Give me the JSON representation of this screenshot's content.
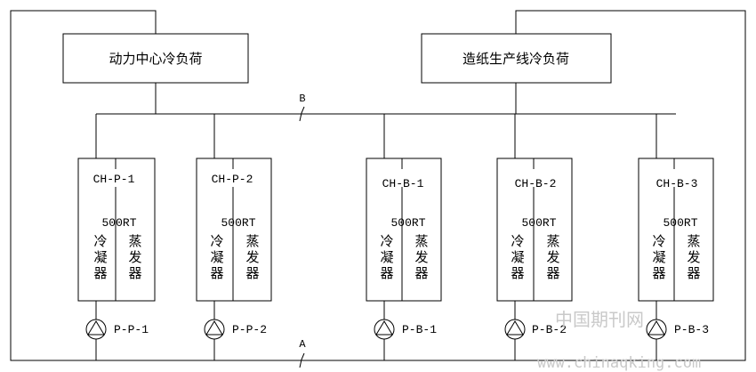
{
  "loads": [
    {
      "label": "动力中心冷负荷"
    },
    {
      "label": "造纸生产线冷负荷"
    }
  ],
  "nodes": {
    "top": "B",
    "bottom": "A"
  },
  "chillers": [
    {
      "id": "CH-P-1",
      "capacity": "500RT",
      "left": [
        "冷",
        "凝",
        "器"
      ],
      "right": [
        "蒸",
        "发",
        "器"
      ],
      "pump": "P-P-1"
    },
    {
      "id": "CH-P-2",
      "capacity": "500RT",
      "left": [
        "冷",
        "凝",
        "器"
      ],
      "right": [
        "蒸",
        "发",
        "器"
      ],
      "pump": "P-P-2"
    },
    {
      "id": "CH-B-1",
      "capacity": "500RT",
      "left": [
        "冷",
        "凝",
        "器"
      ],
      "right": [
        "蒸",
        "发",
        "器"
      ],
      "pump": "P-B-1"
    },
    {
      "id": "CH-B-2",
      "capacity": "500RT",
      "left": [
        "冷",
        "凝",
        "器"
      ],
      "right": [
        "蒸",
        "发",
        "器"
      ],
      "pump": "P-B-2"
    },
    {
      "id": "CH-B-3",
      "capacity": "500RT",
      "left": [
        "冷",
        "凝",
        "器"
      ],
      "right": [
        "蒸",
        "发",
        "器"
      ],
      "pump": "P-B-3"
    }
  ],
  "watermark": {
    "cn": "中国期刊网",
    "url": "www.chinaqking.com"
  }
}
